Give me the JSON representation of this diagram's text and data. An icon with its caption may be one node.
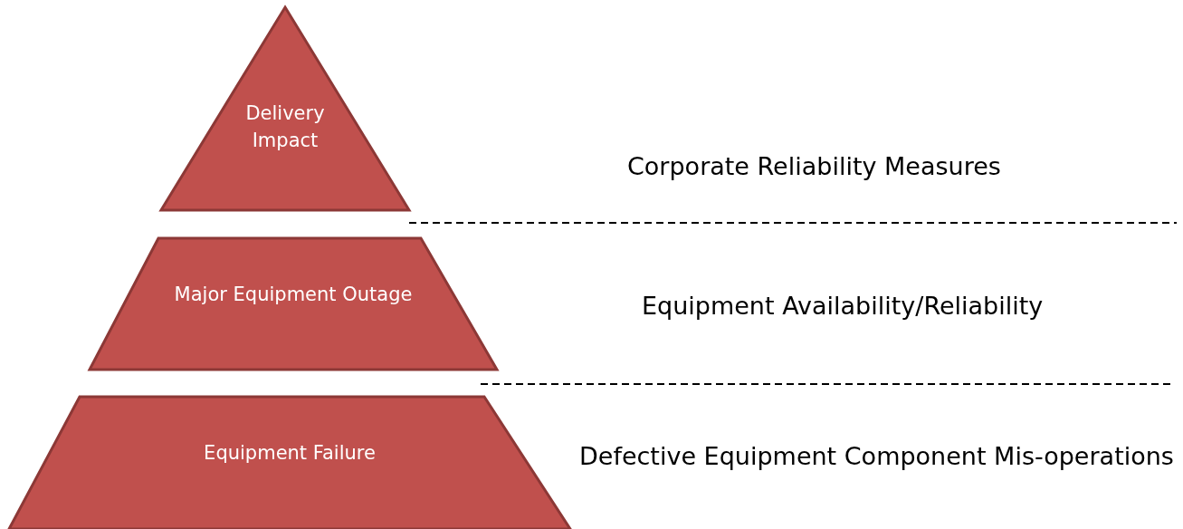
{
  "diagram": {
    "nodes": [
      {
        "text": [
          "Delivery Impact"
        ]
      },
      {
        "text": [
          "Major Equipment Outage"
        ]
      },
      {
        "text": [
          "Equipment Failure"
        ]
      }
    ],
    "edges": [],
    "labels": [
      "Corporate Reliability Measures",
      "Equipment Availability/Reliability",
      "Defective Equipment Component Mis-operations"
    ]
  }
}
